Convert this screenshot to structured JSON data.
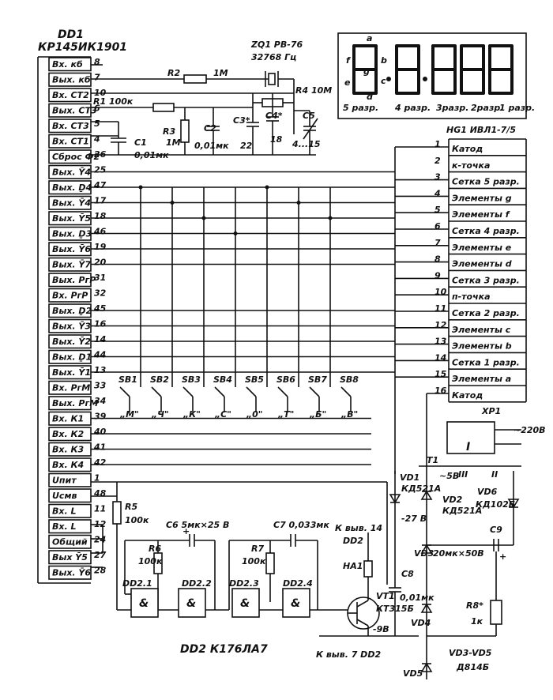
{
  "dd1": {
    "title": "DD1",
    "part": "КР145ИК1901",
    "pins": [
      {
        "label": "Вх. кб",
        "num": "8"
      },
      {
        "label": "Вых. кб",
        "num": "7"
      },
      {
        "label": "Вх. СТ2",
        "num": "10"
      },
      {
        "label": "Вых. СТ3",
        "num": "6"
      },
      {
        "label": "Вх. СТ3",
        "num": "5"
      },
      {
        "label": "Вх. СТ1",
        "num": "4"
      },
      {
        "label": "Сброс Ф2",
        "num": "26"
      },
      {
        "label": "Вых. Ȳ4",
        "num": "25"
      },
      {
        "label": "Вых. Ḏ4",
        "num": "47"
      },
      {
        "label": "Вых. Ȳ4",
        "num": "17"
      },
      {
        "label": "Вых. Ȳ5",
        "num": "18"
      },
      {
        "label": "Вых. Ḏ3",
        "num": "46"
      },
      {
        "label": "Вых. Ȳ6",
        "num": "19"
      },
      {
        "label": "Вых. Ȳ7",
        "num": "20"
      },
      {
        "label": "Вых. РгР",
        "num": "31"
      },
      {
        "label": "Вх. РгР",
        "num": "32"
      },
      {
        "label": "Вых. Ḏ2",
        "num": "45"
      },
      {
        "label": "Вых. Ȳ3",
        "num": "16"
      },
      {
        "label": "Вых. Ȳ2",
        "num": "14"
      },
      {
        "label": "Вых. Ḏ1",
        "num": "44"
      },
      {
        "label": "Вых. Ȳ1",
        "num": "13"
      },
      {
        "label": "Вх. РгМ",
        "num": "33"
      },
      {
        "label": "Вых. РгМ",
        "num": "34"
      },
      {
        "label": "Вх. К1",
        "num": "39"
      },
      {
        "label": "Вх. К2",
        "num": "40"
      },
      {
        "label": "Вх. К3",
        "num": "41"
      },
      {
        "label": "Вх. К4",
        "num": "42"
      },
      {
        "label": "Uпит",
        "num": "1"
      },
      {
        "label": "Uсмв",
        "num": "48"
      },
      {
        "label": "Вх. L",
        "num": "11"
      },
      {
        "label": "Вх. L",
        "num": "12"
      },
      {
        "label": "Общий",
        "num": "24"
      },
      {
        "label": "Вых Ȳ5",
        "num": "27"
      },
      {
        "label": "Вых. Ȳ6",
        "num": "28"
      }
    ]
  },
  "hg1": {
    "title": "HG1  ИВЛ1-7/5",
    "pins": [
      {
        "num": "1",
        "label": "Катод"
      },
      {
        "num": "2",
        "label": "к-точка"
      },
      {
        "num": "3",
        "label": "Сетка 5 разр."
      },
      {
        "num": "4",
        "label": "Элементы g"
      },
      {
        "num": "5",
        "label": "Элементы f"
      },
      {
        "num": "6",
        "label": "Сетка 4 разр."
      },
      {
        "num": "7",
        "label": "Элементы e"
      },
      {
        "num": "8",
        "label": "Элементы d"
      },
      {
        "num": "9",
        "label": "Сетка 3 разр."
      },
      {
        "num": "10",
        "label": "п-точка"
      },
      {
        "num": "11",
        "label": "Сетка 2 разр."
      },
      {
        "num": "12",
        "label": "Элементы c"
      },
      {
        "num": "13",
        "label": "Элементы b"
      },
      {
        "num": "14",
        "label": "Сетка 1 разр."
      },
      {
        "num": "15",
        "label": "Элементы a"
      },
      {
        "num": "16",
        "label": "Катод"
      }
    ]
  },
  "display": {
    "seg_letters": [
      "a",
      "b",
      "c",
      "d",
      "e",
      "f",
      "g"
    ],
    "digits": [
      "5 разр.",
      "4 разр.",
      "3разр.",
      "2разр.",
      "1 разр."
    ]
  },
  "parts": {
    "zq1": "ZQ1  РВ-76",
    "zq1_freq": "32768 Гц",
    "r1": "R1  100к",
    "r2": "R2",
    "r2_val": "1М",
    "r3": "R3",
    "r3_val": "1М",
    "r4": "R4  10М",
    "c1": "C1",
    "c1_val": "0,01мк",
    "c2": "C2",
    "c2_val": "0,01мк",
    "c3": "C3*",
    "c3_val": "22",
    "c4": "C4*",
    "c4_val": "18",
    "c5": "C5",
    "c5_val": "4...15",
    "r5": "R5",
    "r5_val": "100к",
    "r6": "R6",
    "r6_val": "100к",
    "r7": "R7",
    "r7_val": "100к",
    "c6": "C6  5мк×25 В",
    "c7": "C7  0,033мк",
    "dd2_1": "DD2.1",
    "dd2_2": "DD2.2",
    "dd2_3": "DD2.3",
    "dd2_4": "DD2.4",
    "amp": "&",
    "dd2": "DD2   К176ЛА7",
    "to_pin14": "К выв. 14",
    "to_pin14b": "DD2",
    "ha1": "HA1",
    "vt1": "VT1",
    "vt1_type": "КТ315Б",
    "to_pin7": "К выв. 7 DD2",
    "minus9": "-9В",
    "minus27": "-27 В",
    "c8": "C8",
    "c8_val": "0,01мк",
    "c9": "C9",
    "c9_val": "20мк×50В",
    "plus": "+",
    "vd1": "VD1",
    "vd1_type": "КД521А",
    "vd2": "VD2",
    "vd2_type": "КД521А",
    "vd3": "VD3",
    "vd4": "VD4",
    "vd5": "VD5",
    "vd35": "VD3-VD5",
    "vd35_type": "Д814Б",
    "vd6": "VD6",
    "vd6_type": "КД102Б",
    "r8": "R8*",
    "r8_val": "1к",
    "t1": "T1",
    "xp1": "XP1",
    "mains": "~220В",
    "v5": "~5В",
    "wI": "I",
    "wII": "II",
    "wIII": "III"
  },
  "switches": [
    {
      "name": "SB1",
      "key": "„М\""
    },
    {
      "name": "SB2",
      "key": "„Ч\""
    },
    {
      "name": "SB3",
      "key": "„К\""
    },
    {
      "name": "SB4",
      "key": "„С\""
    },
    {
      "name": "SB5",
      "key": "„0\""
    },
    {
      "name": "SB6",
      "key": "„Т\""
    },
    {
      "name": "SB7",
      "key": "„Б\""
    },
    {
      "name": "SB8",
      "key": "„В\""
    }
  ]
}
